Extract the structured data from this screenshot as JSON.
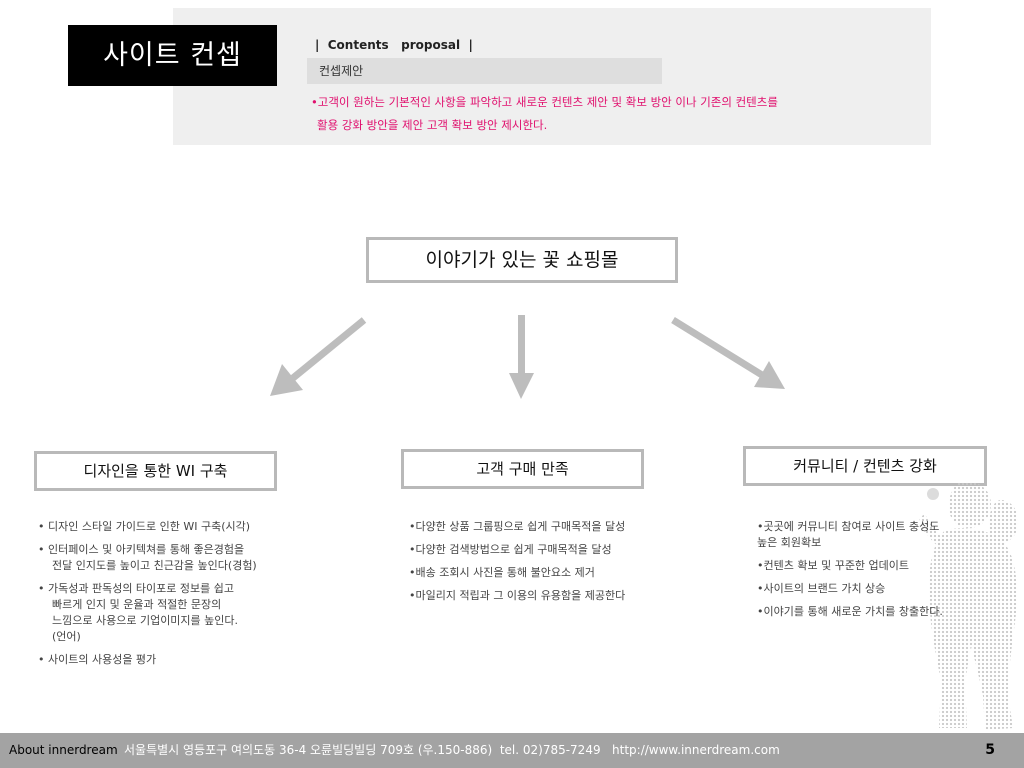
{
  "header": {
    "title": "사이트 컨셉",
    "section_label": "|  Contents   proposal  |",
    "subtitle": "컨셉제안",
    "description_line1": "•고객이 원하는  기본적인 사항을 파악하고 새로운 컨텐츠 제안 및 확보 방안 이나 기존의 컨텐츠를",
    "description_line2": "활용 강화 방안을 제안 고객 확보 방안 제시한다."
  },
  "main_box": {
    "label": "이야기가 있는 꽃 쇼핑몰"
  },
  "categories": [
    {
      "label": "디자인을 통한 WI 구축",
      "items": [
        {
          "line1": "• 디자인 스타일 가이드로 인한 WI 구축(시각)"
        },
        {
          "line1": "• 인터페이스 및 아키텍쳐를 통해 좋은경험을",
          "line2": "전달 인지도를 높이고 친근감을 높인다(경험)"
        },
        {
          "line1": "• 가독성과 판독성의 타이포로 정보를 쉽고",
          "line2": "빠르게 인지 및 운율과 적절한 문장의",
          "line3": "느낌으로 사용으로 기업이미지를 높인다.",
          "line4": "(언어)"
        },
        {
          "line1": "• 사이트의 사용성을 평가"
        }
      ]
    },
    {
      "label": "고객 구매 만족",
      "items": [
        "•다양한 상품 그룹핑으로 쉽게 구매목적을 달성",
        "•다양한 검색방법으로 쉽게 구매목적을 달성",
        "•배송 조회시 사진을 통해 불안요소 제거",
        "•마일리지 적립과 그 이용의 유용함을 제공한다"
      ]
    },
    {
      "label": "커뮤니티 / 컨텐츠 강화",
      "items": [
        {
          "line1": "•곳곳에 커뮤니티 참여로 사이트 충성도",
          "line2": "높은 회원확보"
        },
        {
          "line1": "•컨텐츠 확보 및 꾸준한 업데이트"
        },
        {
          "line1": "•사이트의 브랜드 가치 상승"
        },
        {
          "line1": "•이야기를 통해 새로운 가치를 창출한다."
        }
      ]
    }
  ],
  "footer": {
    "brand": "About innerdream",
    "info": "서울특별시 영등포구 여의도동 36-4 오륜빌딩빌딩 709호 (우.150-886)  tel. 02)785-7249   http://www.innerdream.com",
    "page_number": "5"
  },
  "colors": {
    "accent_pink": "#e0106e",
    "panel_gray": "#efefef",
    "box_border": "#b9b9b9",
    "arrow_gray": "#bdbdbd",
    "footer_gray": "#a3a3a3"
  },
  "icons": [
    "arrow-down-left-icon",
    "arrow-down-icon",
    "arrow-down-right-icon",
    "people-silhouette-icon"
  ]
}
